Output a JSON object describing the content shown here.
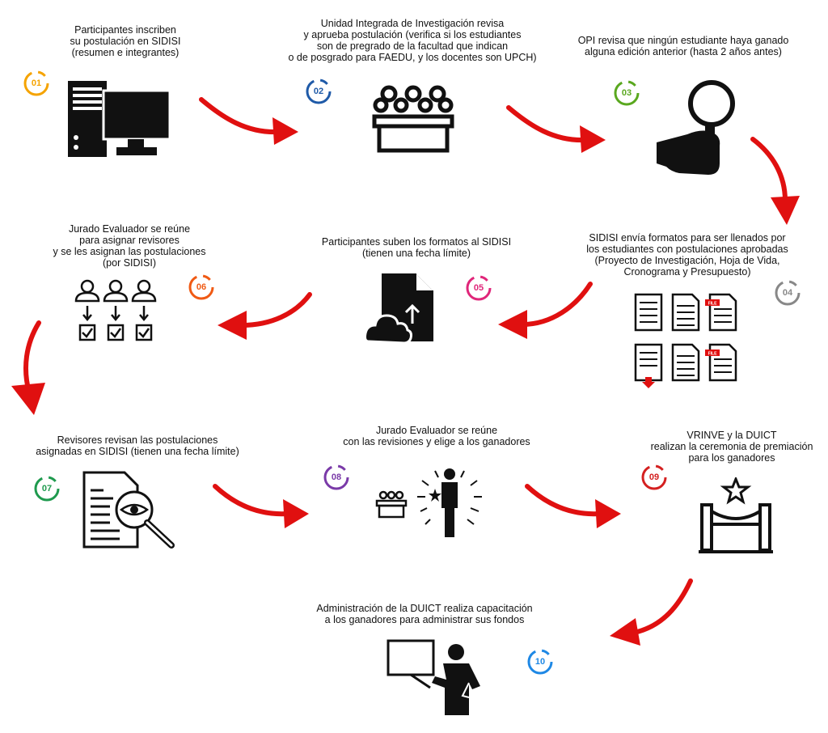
{
  "steps": [
    {
      "num": "01",
      "color": "#f5a300",
      "text": "Participantes inscriben\nsu postulación en SIDISI\n(resumen e integrantes)"
    },
    {
      "num": "02",
      "color": "#1f5aa8",
      "text": "Unidad Integrada de Investigación revisa\ny aprueba postulación (verifica si los estudiantes\nson de pregrado de la facultad que indican\no de posgrado para FAEDU, y los docentes son UPCH)"
    },
    {
      "num": "03",
      "color": "#5aa81f",
      "text": "OPI revisa que ningún estudiante haya ganado\nalguna edición anterior (hasta 2 años antes)"
    },
    {
      "num": "04",
      "color": "#888888",
      "text": "SIDISI envía formatos para ser llenados por\nlos estudiantes con postulaciones aprobadas\n(Proyecto de Investigación, Hoja de Vida,\nCronograma y Presupuesto)"
    },
    {
      "num": "05",
      "color": "#e0267a",
      "text": "Participantes suben los formatos al SIDISI\n(tienen una fecha límite)"
    },
    {
      "num": "06",
      "color": "#f05a14",
      "text": "Jurado Evaluador se reúne\npara asignar revisores\ny se les asignan las postulaciones\n(por SIDISI)"
    },
    {
      "num": "07",
      "color": "#1f9a4e",
      "text": "Revisores revisan las postulaciones\nasignadas en SIDISI (tienen una fecha límite)"
    },
    {
      "num": "08",
      "color": "#7a3aa8",
      "text": "Jurado Evaluador se reúne\ncon las revisiones y elige a los ganadores"
    },
    {
      "num": "09",
      "color": "#d42020",
      "text": "VRINVE y la DUICT\nrealizan la ceremonia de premiación\npara los ganadores"
    },
    {
      "num": "10",
      "color": "#1e88e5",
      "text": "Administración de la DUICT realiza capacitación\na los ganadores para administrar sus fondos"
    }
  ],
  "file_label": "FILE",
  "colors": {
    "arrow": "#e01010",
    "icon": "#111111"
  }
}
